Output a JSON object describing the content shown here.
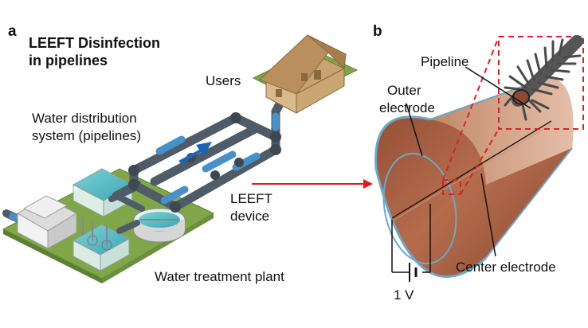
{
  "panel_a": {
    "letter": "a",
    "title_line1": "LEEFT Disinfection",
    "title_line2": "in pipelines",
    "users": "Users",
    "distribution_line1": "Water distribution",
    "distribution_line2": "system (pipelines)",
    "device_line1": "LEEFT",
    "device_line2": "device",
    "plant": "Water treatment plant"
  },
  "panel_b": {
    "letter": "b",
    "pipeline": "Pipeline",
    "outer_line1": "Outer",
    "outer_line2": "electrode",
    "center": "Center electrode",
    "voltage": "1 V"
  },
  "colors": {
    "ground": "#7fa74a",
    "pipe": "#4f5b66",
    "water": "#4a90c8",
    "arrow": "#1a64b8",
    "pointer": "#e0191b",
    "copper": "#a15a3d",
    "copper_inner": "#c98a6a",
    "roof": "#c8a271",
    "callout": "#d4242b"
  }
}
